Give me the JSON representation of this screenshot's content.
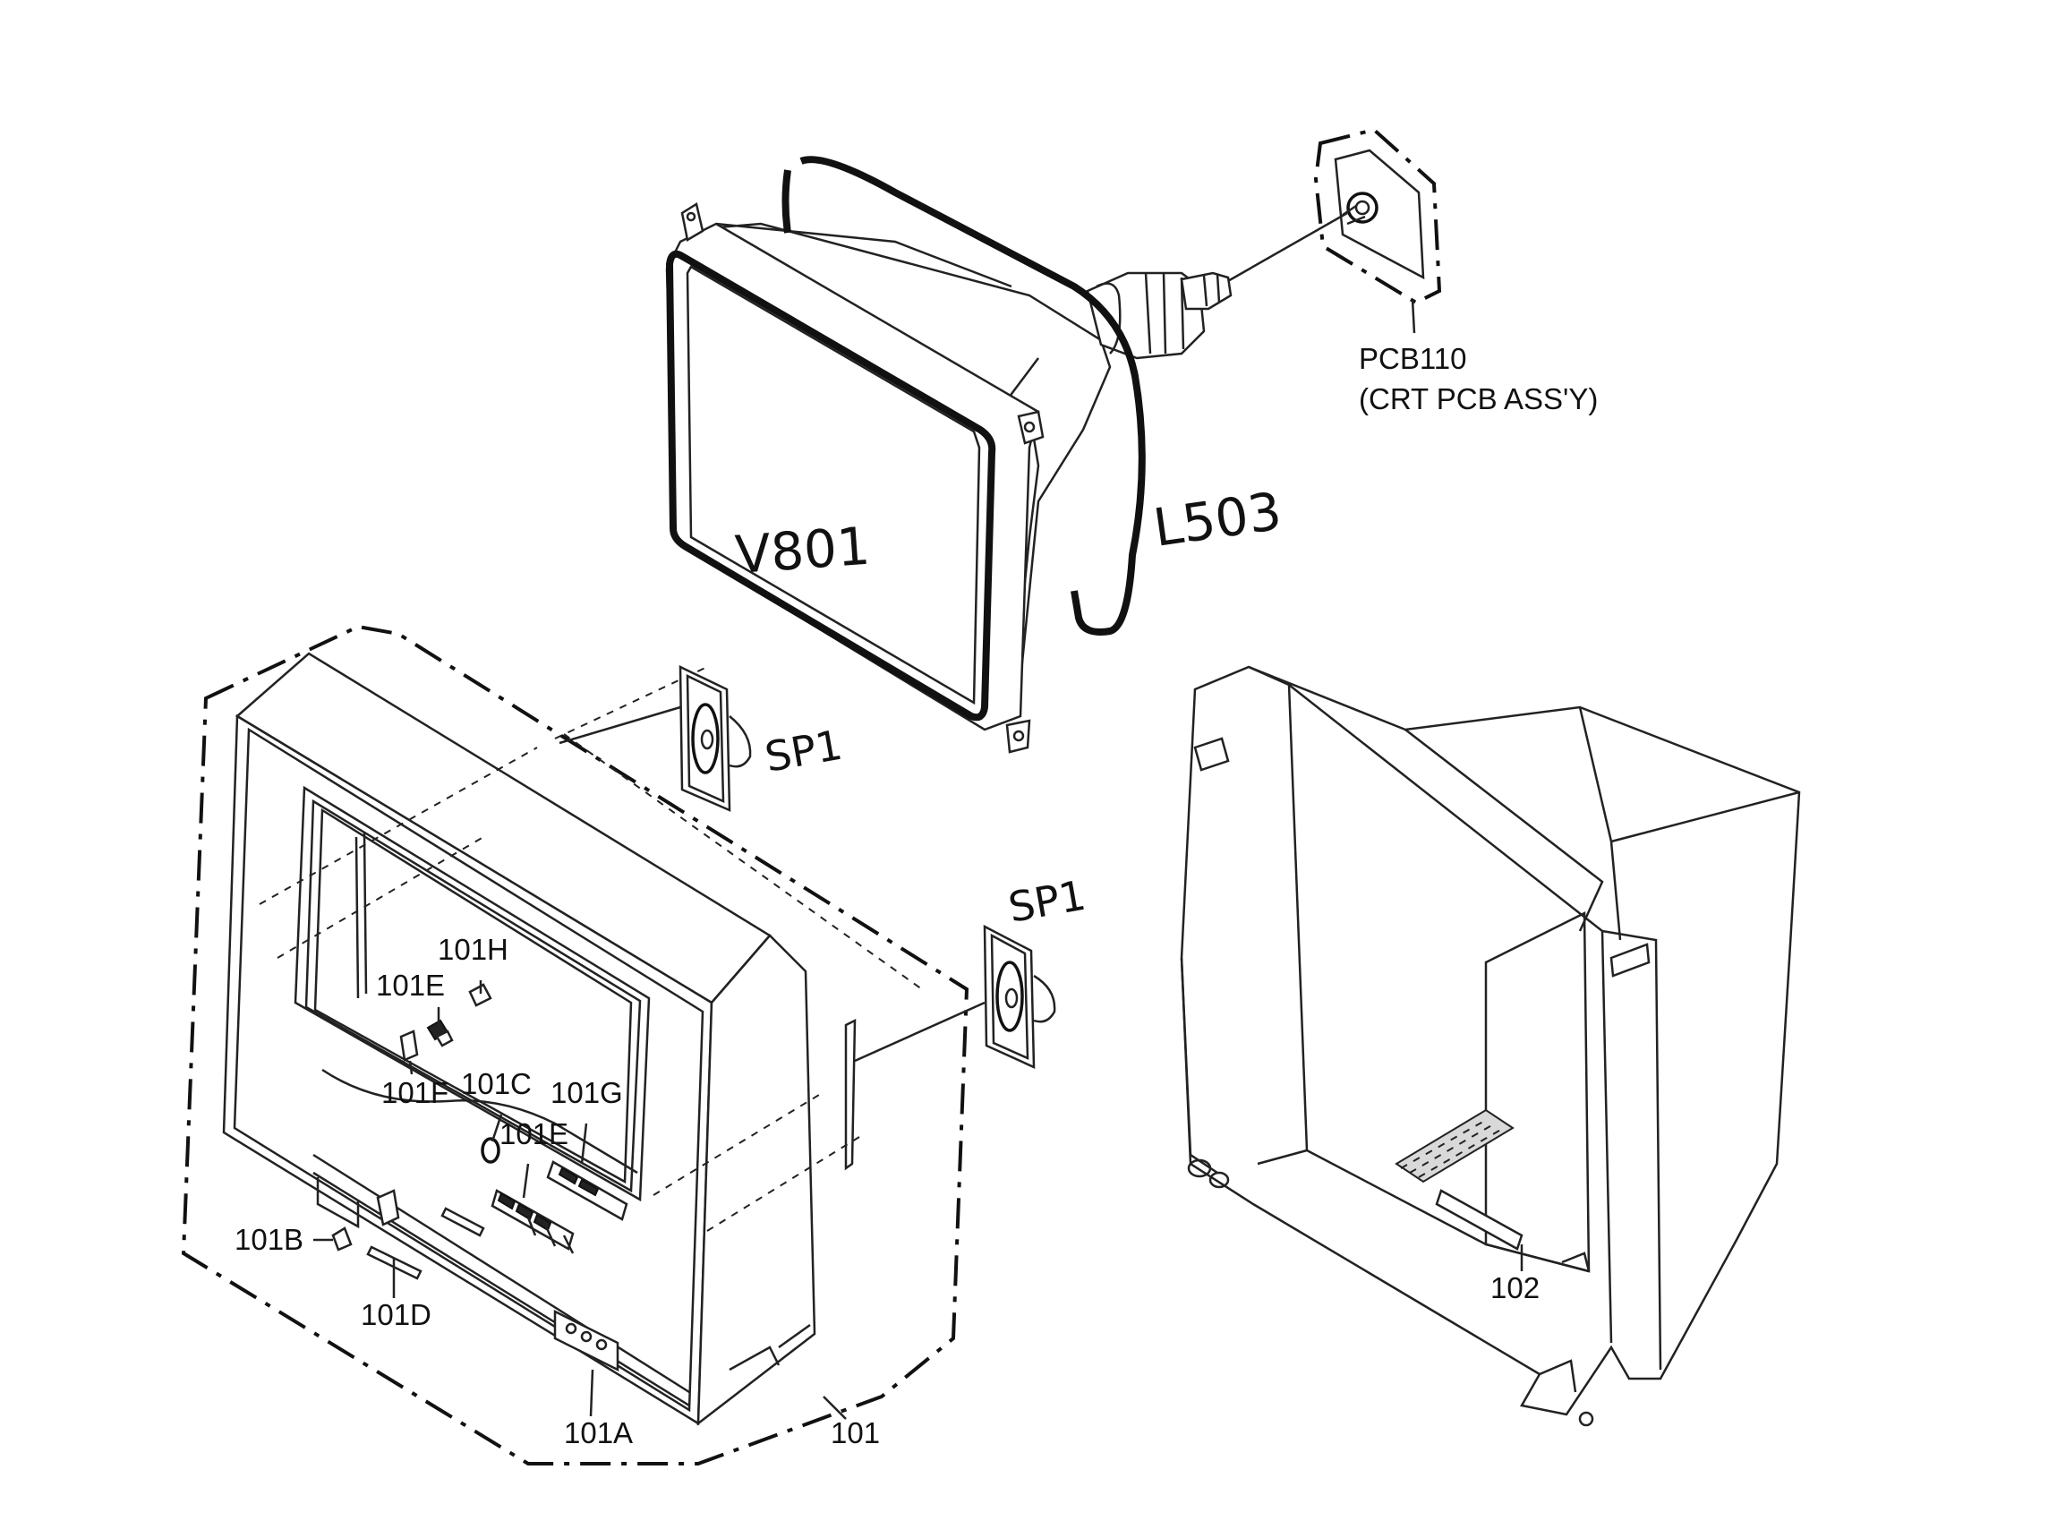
{
  "colors": {
    "ink": "#111111",
    "paper": "#ffffff"
  },
  "labels": {
    "pcb110": "PCB110",
    "pcb110_desc": "(CRT PCB ASS'Y)",
    "v801": "V801",
    "l503": "L503",
    "sp1_upper": "SP1",
    "sp1_lower": "SP1",
    "p101h": "101H",
    "p101e_top": "101E",
    "p101f": "101F",
    "p101c": "101C",
    "p101g": "101G",
    "p101e_mid": "101E",
    "p101b": "101B",
    "p101d": "101D",
    "p101a": "101A",
    "p101": "101",
    "p102": "102"
  }
}
